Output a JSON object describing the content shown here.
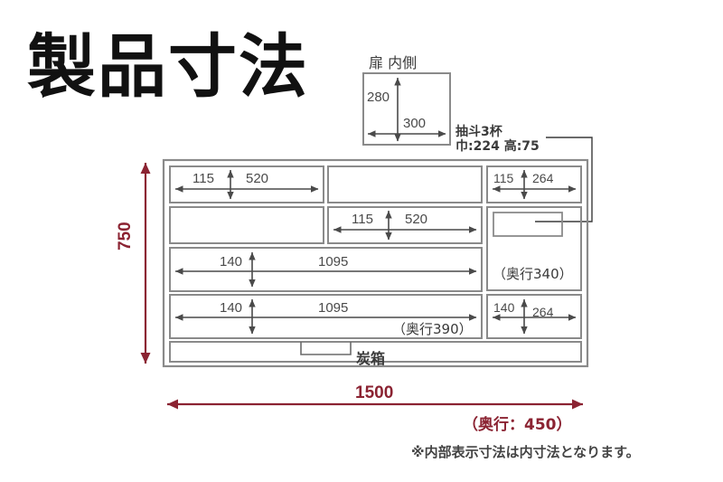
{
  "title": "製品寸法",
  "detail": {
    "caption": "扉 内側",
    "height": "280",
    "width": "300",
    "drawer_note_line1": "抽斗3杯",
    "drawer_note_line2": "巾:224  高:75"
  },
  "cabinet": {
    "overall_height": "750",
    "overall_width": "1500",
    "overall_depth": "（奥行：450）",
    "carbon_box_label": "炭箱",
    "compartments": [
      {
        "id": "top-left",
        "height": "115",
        "width": "520"
      },
      {
        "id": "top-middle",
        "height": "",
        "width": ""
      },
      {
        "id": "top-right",
        "height": "115",
        "width": "264"
      },
      {
        "id": "second-left",
        "height": "",
        "width": ""
      },
      {
        "id": "second-middle",
        "height": "115",
        "width": "520"
      },
      {
        "id": "third-full",
        "height": "140",
        "width": "1095"
      },
      {
        "id": "fourth-full",
        "height": "140",
        "width": "1095",
        "depth": "（奥行390）"
      },
      {
        "id": "right-tall",
        "depth": "（奥行340）"
      },
      {
        "id": "bottom-right",
        "height": "140",
        "width": "264"
      }
    ]
  },
  "footnote": "※内部表示寸法は内寸法となります。",
  "colors": {
    "dimension_red": "#8B2332",
    "outline_gray": "#8a8a8a",
    "text_gray": "#4a4a4a"
  }
}
